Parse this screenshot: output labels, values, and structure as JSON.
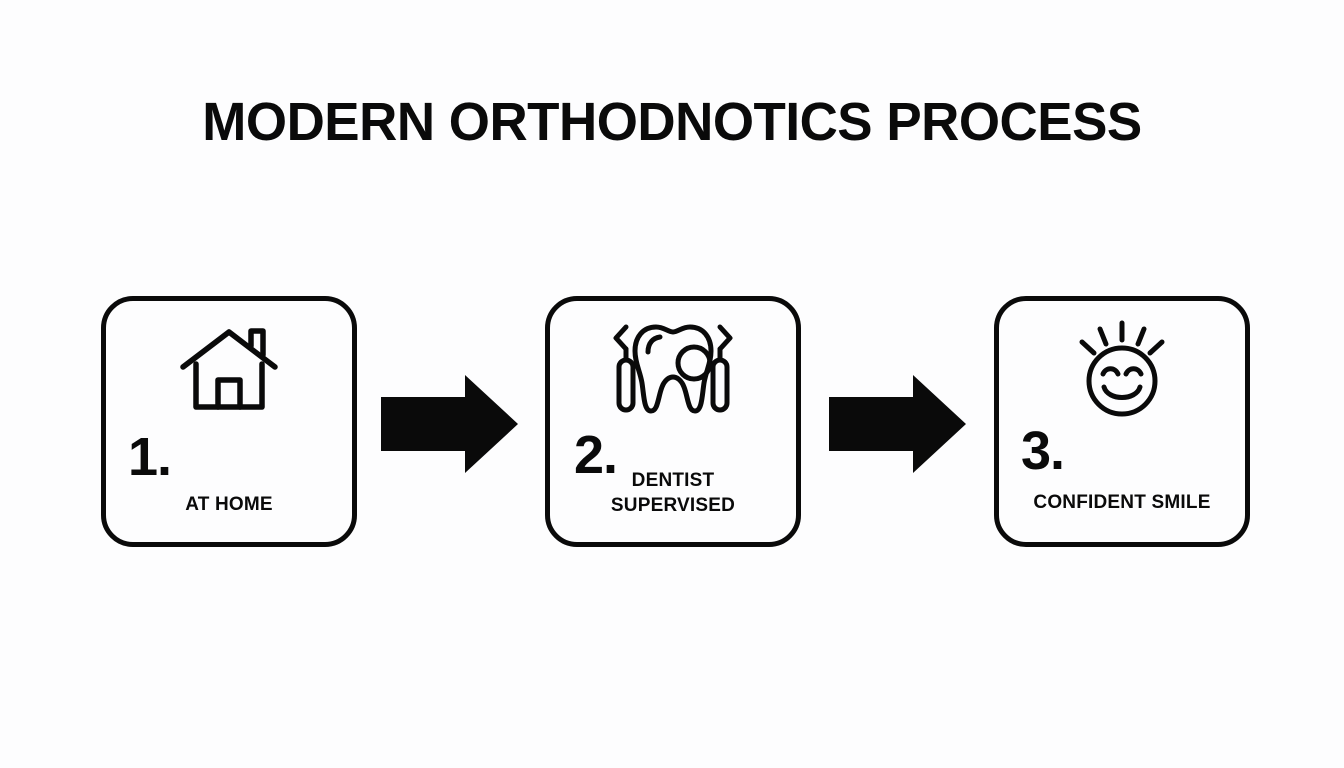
{
  "page": {
    "title": "MODERN ORTHODNOTICS PROCESS",
    "background_color": "#fdfdfe",
    "ink_color": "#0a0a0a"
  },
  "steps": [
    {
      "number": "1.",
      "label": "AT HOME",
      "icon": "house-icon"
    },
    {
      "number": "2.",
      "label": "DENTIST\nSUPERVISED",
      "icon": "tooth-with-dental-tools-icon"
    },
    {
      "number": "3.",
      "label": "CONFIDENT SMILE",
      "icon": "smiling-face-with-rays-icon"
    }
  ],
  "connectors": [
    {
      "name": "arrow-right",
      "from": "1.",
      "to": "2."
    },
    {
      "name": "arrow-right",
      "from": "2.",
      "to": "3."
    }
  ]
}
